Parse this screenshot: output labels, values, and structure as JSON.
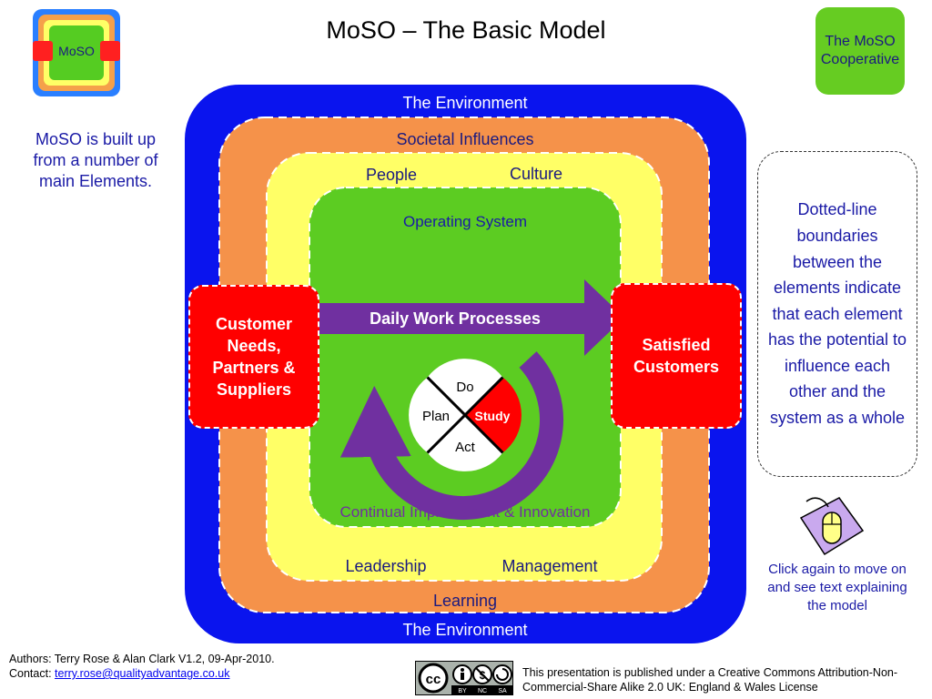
{
  "title": "MoSO – The Basic Model",
  "logo": {
    "text": "MoSO",
    "colors": [
      "#2a7fff",
      "#f5a04a",
      "#ffff66",
      "#55cc22",
      "#ff2020"
    ]
  },
  "coop": {
    "text": "The MoSO Cooperative",
    "color": "#66cc22"
  },
  "left_note": "MoSO is built up from a number of main Elements.",
  "dotted_note": "Dotted-line boundaries between the elements indicate that each element has the potential to influence each other and the system as a whole",
  "click_note": "Click again to move on and see text explaining the model",
  "layers": {
    "environment_top": "The Environment",
    "environment_bottom": "The Environment",
    "societal": "Societal Influences",
    "people": "People",
    "culture": "Culture",
    "operating": "Operating System",
    "leadership": "Leadership",
    "management": "Management",
    "learning": "Learning",
    "improvement": "Continual Improvement & Innovation",
    "colors": {
      "environment": "#0a14ee",
      "societal": "#f5924a",
      "people": "#ffff66",
      "operating": "#5ccc22"
    }
  },
  "process": {
    "label": "Daily Work Processes",
    "color": "#7030a0"
  },
  "inputs": {
    "label": "Customer Needs, Partners & Suppliers",
    "color": "#ff0000"
  },
  "outputs": {
    "label": "Satisfied Customers",
    "color": "#ff0000"
  },
  "pdsa": {
    "plan": "Plan",
    "do": "Do",
    "study": "Study",
    "act": "Act"
  },
  "footer": {
    "authors": "Authors: Terry Rose & Alan Clark  V1.2, 09-Apr-2010.",
    "contact_prefix": "Contact: ",
    "contact_email": "terry.rose@qualityadvantage.co.uk",
    "license": "This presentation is published under a Creative Commons Attribution-Non-Commercial-Share Alike 2.0 UK: England & Wales License",
    "cc_badge": {
      "cc": "cc",
      "by": "BY",
      "nc": "NC",
      "sa": "SA"
    }
  },
  "icons": {
    "mouse": "mouse-icon",
    "cc": "creative-commons-badge"
  }
}
